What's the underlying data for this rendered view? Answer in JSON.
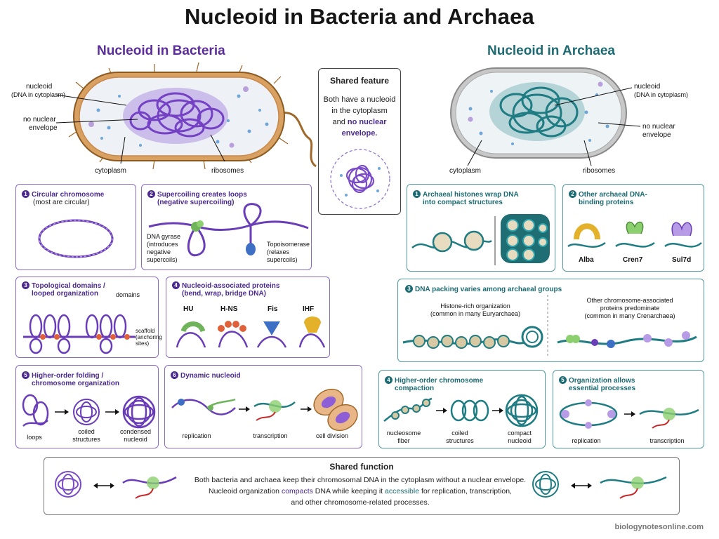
{
  "title": "Nucleoid in Bacteria and Archaea",
  "bacteria": {
    "title": "Nucleoid in Bacteria",
    "cell_labels": {
      "nucleoid": "nucleoid",
      "nucleoid_sub": "(DNA in cytoplasm)",
      "envelope1": "no nuclear",
      "envelope2": "envelope",
      "cytoplasm": "cytoplasm",
      "ribosomes": "ribosomes"
    },
    "panels": [
      {
        "num": "1",
        "title": "Circular chromosome",
        "sub": "(most are circular)"
      },
      {
        "num": "2",
        "title": "Supercoiling creates loops",
        "sub": "(negative supercoiling)",
        "gyrase": [
          "DNA gyrase",
          "(introduces",
          "negative",
          "supercoils)"
        ],
        "topo": [
          "Topoisomerase",
          "(relaxes",
          "supercoils)"
        ]
      },
      {
        "num": "3",
        "title": "Topological domains /",
        "title2": "looped organization",
        "domains": "domains",
        "scaffold": [
          "scaffold",
          "(anchoring",
          "sites)"
        ]
      },
      {
        "num": "4",
        "title": "Nucleoid-associated proteins",
        "title2": "(bend, wrap, bridge DNA)",
        "proteins": [
          "HU",
          "H-NS",
          "Fis",
          "IHF"
        ]
      },
      {
        "num": "5",
        "title": "Higher-order folding /",
        "title2": "chromosome organization",
        "steps": [
          "loops",
          "coiled",
          "structures",
          "condensed",
          "nucleoid"
        ]
      },
      {
        "num": "6",
        "title": "Dynamic nucleoid",
        "steps": [
          "replication",
          "transcription",
          "cell division"
        ]
      }
    ]
  },
  "archaea": {
    "title": "Nucleoid in Archaea",
    "cell_labels": {
      "nucleoid": "nucleoid",
      "nucleoid_sub": "(DNA in cytoplasm)",
      "envelope1": "no nuclear",
      "envelope2": "envelope",
      "cytoplasm": "cytoplasm",
      "ribosomes": "ribosomes"
    },
    "panels": [
      {
        "num": "1",
        "title": "Archaeal histones wrap DNA",
        "title2": "into compact structures"
      },
      {
        "num": "2",
        "title": "Other archaeal DNA-",
        "title2": "binding proteins",
        "proteins": [
          "Alba",
          "Cren7",
          "Sul7d"
        ]
      },
      {
        "num": "3",
        "title": "DNA packing varies among archaeal groups",
        "left": [
          "Histone-rich organization",
          "(common in many Euryarchaea)"
        ],
        "right": [
          "Other chromosome-associated",
          "proteins predominate",
          "(common in many Crenarchaea)"
        ]
      },
      {
        "num": "4",
        "title": "Higher-order chromosome",
        "title2": "compaction",
        "steps": [
          "nucleosome",
          "fiber",
          "coiled",
          "structures",
          "compact",
          "nucleoid"
        ]
      },
      {
        "num": "5",
        "title": "Organization allows",
        "title2": "essential processes",
        "steps": [
          "replication",
          "transcription"
        ]
      }
    ]
  },
  "shared_feature": {
    "heading": "Shared feature",
    "line1": "Both have a nucleoid",
    "line2": "in the cytoplasm",
    "line3a": "and",
    "line3b": "no nuclear",
    "line4": "envelope."
  },
  "shared_function": {
    "heading": "Shared function",
    "line1": "Both bacteria and archaea keep their chromosomal DNA in the cytoplasm without a nuclear envelope.",
    "line2a": "Nucleoid organization",
    "line2b": "compacts",
    "line2c": "DNA while keeping it",
    "line2d": "accessible",
    "line2e": "for replication, transcription,",
    "line3": "and other chromosome-related processes."
  },
  "credit": "biologynotesonline.com"
}
